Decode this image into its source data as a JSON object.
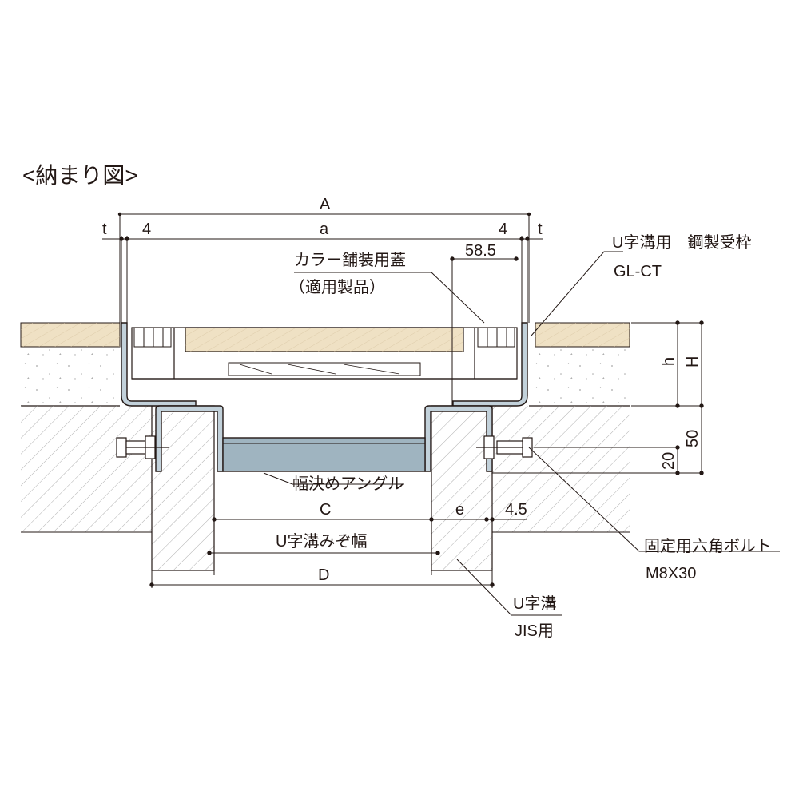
{
  "title": "<納まり図>",
  "dimensions": {
    "A": "A",
    "a": "a",
    "t_left": "t",
    "t_right": "t",
    "four_left": "4",
    "four_right": "4",
    "d58": "58.5",
    "h": "h",
    "H": "H",
    "d50": "50",
    "d20": "20",
    "C": "C",
    "e": "e",
    "d45": "4.5",
    "uwidth": "U字溝みぞ幅",
    "D": "D"
  },
  "labels": {
    "cover_name": "カラー舗装用蓋",
    "cover_note": "（適用製品）",
    "frame_name": "U字溝用　鋼製受枠",
    "frame_code": "GL-CT",
    "angle": "幅決めアングル",
    "bolt_name": "固定用六角ボルト",
    "bolt_size": "M8X30",
    "ditch_name": "U字溝",
    "ditch_std": "JIS用"
  },
  "colors": {
    "line": "#231815",
    "pavement": "#efe1c4",
    "frame_fill": "#c2d1da",
    "angle_fill": "#9fb4c0",
    "concrete": "#ffffff"
  }
}
